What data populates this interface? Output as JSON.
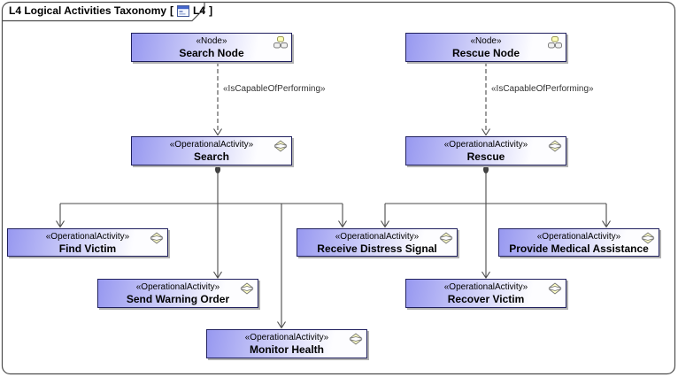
{
  "frame": {
    "title": "L4 Logical Activities Taxonomy",
    "ref_open": "[",
    "ref_label": "L4",
    "ref_close": "]"
  },
  "connectors": {
    "left_label": "«IsCapableOfPerforming»",
    "right_label": "«IsCapableOfPerforming»"
  },
  "boxes": [
    {
      "stereotype": "«Node»",
      "name": "Search Node"
    },
    {
      "stereotype": "«Node»",
      "name": "Rescue Node"
    },
    {
      "stereotype": "«OperationalActivity»",
      "name": "Search"
    },
    {
      "stereotype": "«OperationalActivity»",
      "name": "Rescue"
    },
    {
      "stereotype": "«OperationalActivity»",
      "name": "Find Victim"
    },
    {
      "stereotype": "«OperationalActivity»",
      "name": "Receive Distress Signal"
    },
    {
      "stereotype": "«OperationalActivity»",
      "name": "Provide Medical Assistance"
    },
    {
      "stereotype": "«OperationalActivity»",
      "name": "Send Warning Order"
    },
    {
      "stereotype": "«OperationalActivity»",
      "name": "Recover Victim"
    },
    {
      "stereotype": "«OperationalActivity»",
      "name": "Monitor Health"
    }
  ],
  "colors": {
    "box_border": "#20205e",
    "fill_start": "#9798f0",
    "fill_end": "#fdfdff",
    "line": "#4a4a4a",
    "shadow": "#b2b2b2",
    "frame": "#4d4d4d",
    "node_icon_yellow": "#ffffbb",
    "activity_icon_yellow": "#ffffc8"
  }
}
